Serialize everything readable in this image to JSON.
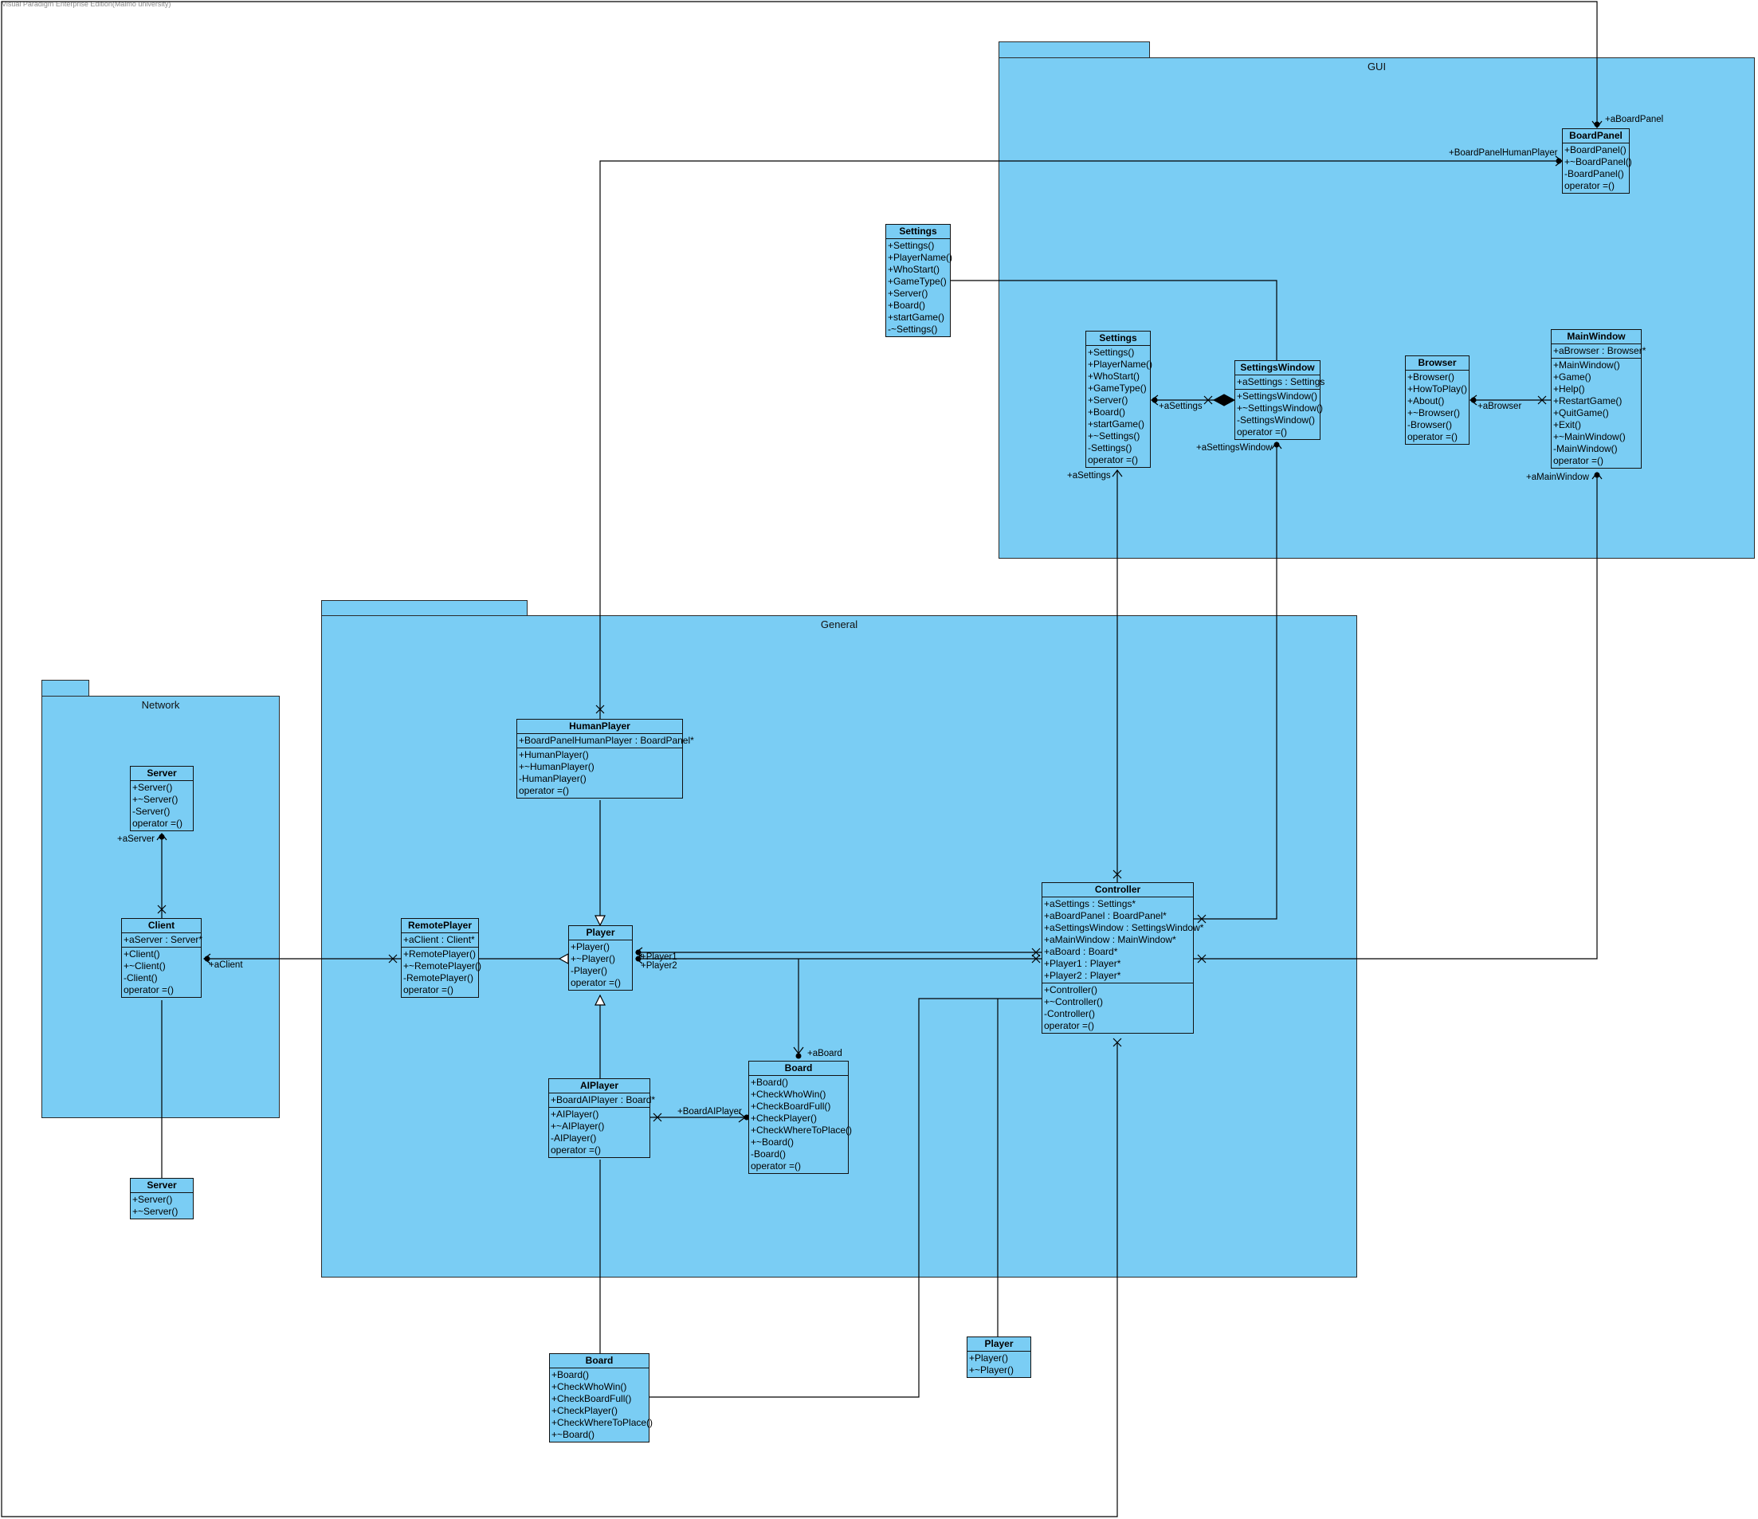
{
  "watermark": "Visual Paradigm Enterprise Edition(Malmo university)",
  "packages": {
    "gui": "GUI",
    "general": "General",
    "network": "Network"
  },
  "classes": {
    "boardpanel": {
      "name": "BoardPanel",
      "attributes": [],
      "operations": [
        "+BoardPanel()",
        "+~BoardPanel()",
        "-BoardPanel()",
        "operator =()"
      ]
    },
    "settings_outer": {
      "name": "Settings",
      "attributes": [],
      "operations": [
        "+Settings()",
        "+PlayerName()",
        "+WhoStart()",
        "+GameType()",
        "+Server()",
        "+Board()",
        "+startGame()",
        "-~Settings()"
      ]
    },
    "settings_gui": {
      "name": "Settings",
      "attributes": [],
      "operations": [
        "+Settings()",
        "+PlayerName()",
        "+WhoStart()",
        "+GameType()",
        "+Server()",
        "+Board()",
        "+startGame()",
        "+~Settings()",
        "-Settings()",
        "operator =()"
      ]
    },
    "settingswindow": {
      "name": "SettingsWindow",
      "attributes": [
        "+aSettings : Settings"
      ],
      "operations": [
        "+SettingsWindow()",
        "+~SettingsWindow()",
        "-SettingsWindow()",
        "operator =()"
      ]
    },
    "browser": {
      "name": "Browser",
      "attributes": [],
      "operations": [
        "+Browser()",
        "+HowToPlay()",
        "+About()",
        "+~Browser()",
        "-Browser()",
        "operator =()"
      ]
    },
    "mainwindow": {
      "name": "MainWindow",
      "attributes": [
        "+aBrowser : Browser*"
      ],
      "operations": [
        "+MainWindow()",
        "+Game()",
        "+Help()",
        "+RestartGame()",
        "+QuitGame()",
        "+Exit()",
        "+~MainWindow()",
        "-MainWindow()",
        "operator =()"
      ]
    },
    "humanplayer": {
      "name": "HumanPlayer",
      "attributes": [
        "+BoardPanelHumanPlayer : BoardPanel*"
      ],
      "operations": [
        "+HumanPlayer()",
        "+~HumanPlayer()",
        "-HumanPlayer()",
        "operator =()"
      ]
    },
    "server_net": {
      "name": "Server",
      "attributes": [],
      "operations": [
        "+Server()",
        "+~Server()",
        "-Server()",
        "operator =()"
      ]
    },
    "client": {
      "name": "Client",
      "attributes": [
        "+aServer : Server*"
      ],
      "operations": [
        "+Client()",
        "+~Client()",
        "-Client()",
        "operator =()"
      ]
    },
    "remoteplayer": {
      "name": "RemotePlayer",
      "attributes": [
        "+aClient : Client*"
      ],
      "operations": [
        "+RemotePlayer()",
        "+~RemotePlayer()",
        "-RemotePlayer()",
        "operator =()"
      ]
    },
    "player": {
      "name": "Player",
      "attributes": [],
      "operations": [
        "+Player()",
        "+~Player()",
        "-Player()",
        "operator =()"
      ]
    },
    "controller": {
      "name": "Controller",
      "attributes": [
        "+aSettings : Settings*",
        "+aBoardPanel : BoardPanel*",
        "+aSettingsWindow : SettingsWindow*",
        "+aMainWindow : MainWindow*",
        "+aBoard : Board*",
        "+Player1 : Player*",
        "+Player2 : Player*"
      ],
      "operations": [
        "+Controller()",
        "+~Controller()",
        "-Controller()",
        "operator =()"
      ]
    },
    "aiplayer": {
      "name": "AIPlayer",
      "attributes": [
        "+BoardAIPlayer : Board*"
      ],
      "operations": [
        "+AIPlayer()",
        "+~AIPlayer()",
        "-AIPlayer()",
        "operator =()"
      ]
    },
    "board": {
      "name": "Board",
      "attributes": [],
      "operations": [
        "+Board()",
        "+CheckWhoWin()",
        "+CheckBoardFull()",
        "+CheckPlayer()",
        "+CheckWhereToPlace()",
        "+~Board()",
        "-Board()",
        "operator =()"
      ]
    },
    "server_out": {
      "name": "Server",
      "attributes": [],
      "operations": [
        "+Server()",
        "+~Server()"
      ]
    },
    "board_out": {
      "name": "Board",
      "attributes": [],
      "operations": [
        "+Board()",
        "+CheckWhoWin()",
        "+CheckBoardFull()",
        "+CheckPlayer()",
        "+CheckWhereToPlace()",
        "+~Board()"
      ]
    },
    "player_out": {
      "name": "Player",
      "attributes": [],
      "operations": [
        "+Player()",
        "+~Player()"
      ]
    }
  },
  "roles": {
    "aBoardPanel": "+aBoardPanel",
    "boardPanelHumanPlayer": "+BoardPanelHumanPlayer",
    "aSettings_sw": "+aSettings",
    "aSettings_ctrl": "+aSettings",
    "aSettingsWindow": "+aSettingsWindow",
    "aBrowser": "+aBrowser",
    "aMainWindow": "+aMainWindow",
    "aServer": "+aServer",
    "aClient": "+aClient",
    "player1": "+Player1",
    "player2": "+Player2",
    "aBoard": "+aBoard",
    "boardAIPlayer": "+BoardAIPlayer"
  }
}
